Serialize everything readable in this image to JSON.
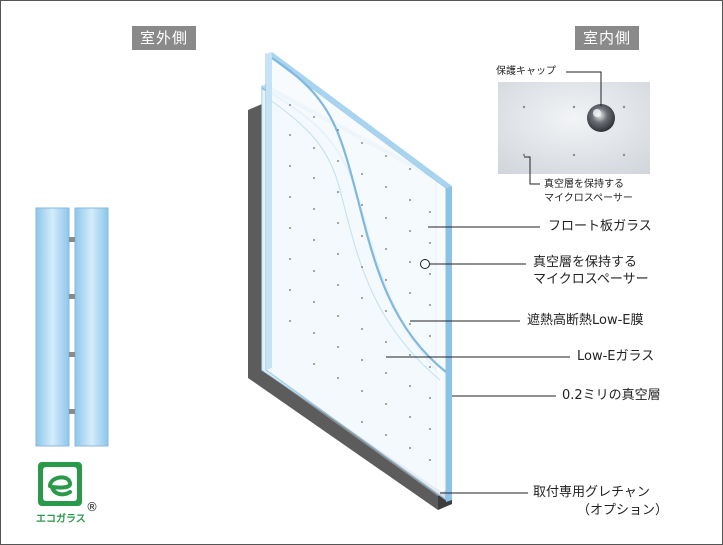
{
  "side_labels": {
    "outdoor": "室外側",
    "indoor": "室内側"
  },
  "inset": {
    "cap_label": "保護キャップ",
    "spacer_label_line1": "真空層を保持する",
    "spacer_label_line2": "マイクロスペーサー"
  },
  "callouts": {
    "float_glass": "フロート板ガラス",
    "spacer_line1": "真空層を保持する",
    "spacer_line2": "マイクロスペーサー",
    "lowe_film": "遮熱高断熱Low-E膜",
    "lowe_glass": "Low-Eガラス",
    "vacuum_layer": "0.2ミリの真空層",
    "channel_line1": "取付専用グレチャン",
    "channel_line2": "（オプション）"
  },
  "logo": {
    "text": "エコガラス",
    "mark": "®"
  },
  "colors": {
    "glass_blue": "#a9d4f0",
    "frame_dark": "#5a5a5a",
    "tag_gray": "#8a8a8a",
    "logo_green": "#2a9a4a"
  }
}
